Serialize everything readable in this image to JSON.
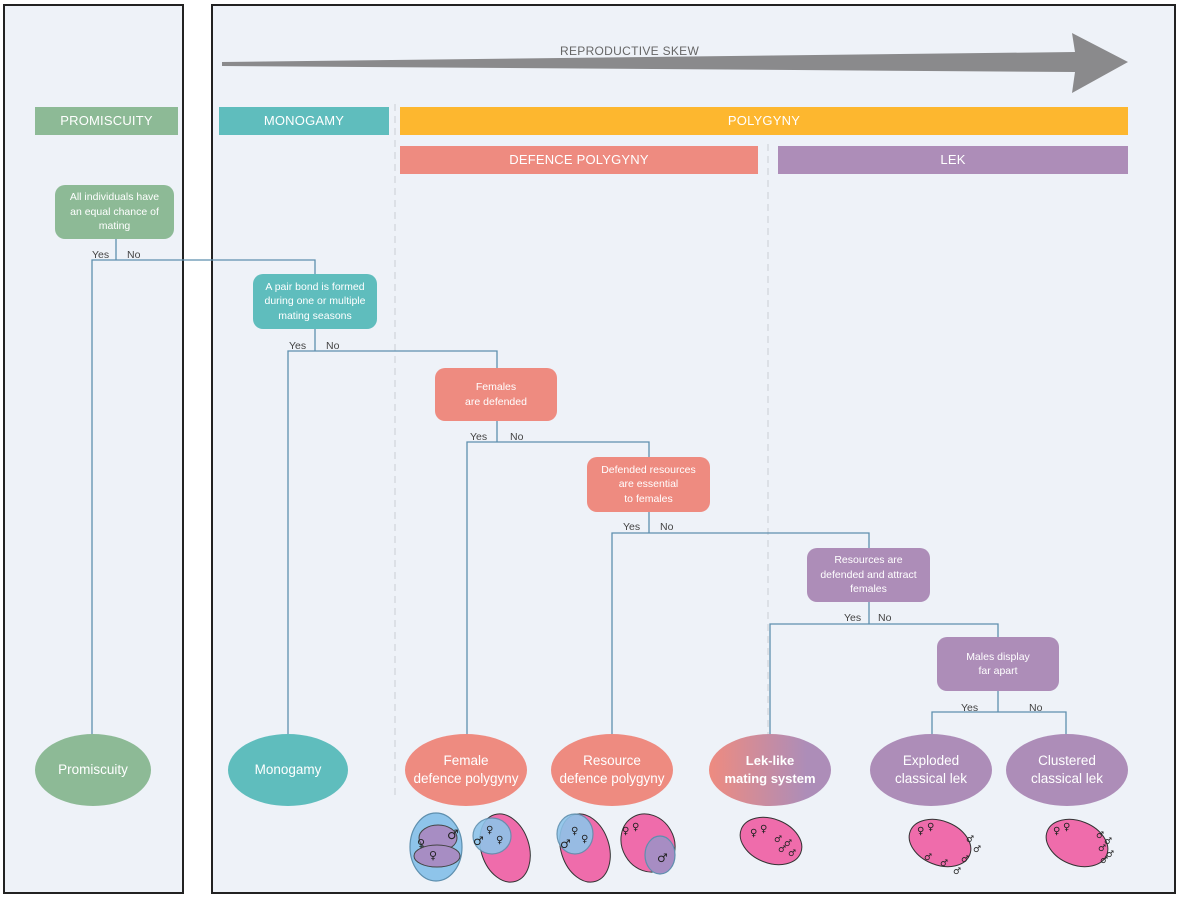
{
  "arrow": {
    "label": "REPRODUCTIVE SKEW"
  },
  "bands": {
    "promiscuity": "PROMISCUITY",
    "monogamy": "MONOGAMY",
    "polygyny": "POLYGYNY",
    "defence_polygyny": "DEFENCE POLYGYNY",
    "lek": "LEK"
  },
  "decisions": {
    "equal_chance": "All individuals have\nan equal chance of\nmating",
    "pair_bond": "A pair bond is formed\nduring one or multiple\nmating seasons",
    "females_defended": "Females\nare defended",
    "resources_essential": "Defended resources\nare essential\nto females",
    "resources_attract": "Resources are\ndefended and attract\nfemales",
    "males_far_apart": "Males  display\nfar apart"
  },
  "answers": {
    "yes": "Yes",
    "no": "No"
  },
  "outcomes": {
    "promiscuity": "Promiscuity",
    "monogamy": "Monogamy",
    "female_defence": "Female\ndefence polygyny",
    "resource_defence": "Resource\ndefence polygyny",
    "lek_like": "Lek-like\nmating system",
    "exploded_lek": "Exploded\nclassical lek",
    "clustered_lek": "Clustered\nclassical lek"
  },
  "colors": {
    "promiscuity": "#8dba96",
    "monogamy": "#5fbdbd",
    "polygyny": "#fdb72f",
    "defence": "#ee8b80",
    "lek": "#ad8db8",
    "line": "#5e8fae",
    "arrow": "#8a8a8c",
    "female_range": "#8ec4ea",
    "male_range": "#ef6cab",
    "territory": "#a78dc3"
  },
  "icons": {
    "female": "female-symbol-icon",
    "male": "male-symbol-icon"
  }
}
